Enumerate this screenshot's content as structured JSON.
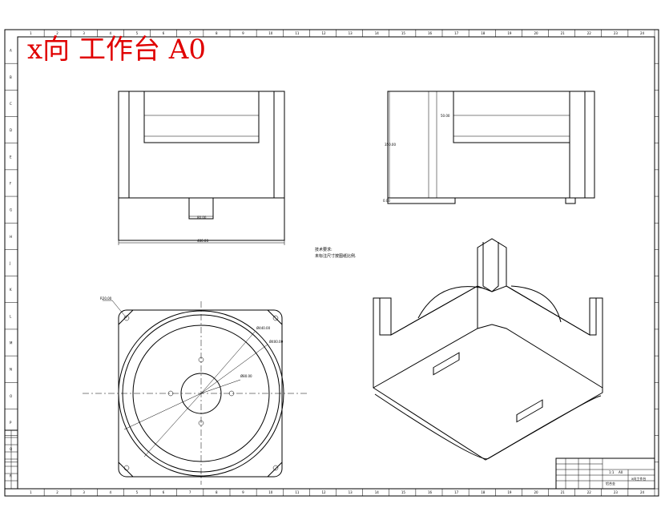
{
  "drawing": {
    "title": "x向 工作台 A0",
    "colors": {
      "line": "#000000",
      "title": "#e00000",
      "background": "#ffffff"
    },
    "border_numbers_top": [
      "1",
      "2",
      "3",
      "4",
      "5",
      "6",
      "7",
      "8",
      "9",
      "10",
      "11",
      "12",
      "13",
      "14",
      "15",
      "16",
      "17",
      "18",
      "19",
      "20",
      "21",
      "22",
      "23",
      "24"
    ],
    "border_letters_left": [
      "A",
      "B",
      "C",
      "D",
      "E",
      "F",
      "G",
      "H",
      "J",
      "K",
      "L",
      "M",
      "N",
      "O",
      "P",
      "Q",
      "R"
    ],
    "notes": [
      "技术要求:",
      "未标注尺寸按图纸比例."
    ],
    "dims": {
      "front_slot": "80.00",
      "front_width": "480.00",
      "side_height": "350.00",
      "side_depth": "50.00",
      "side_ref": "0.00",
      "plan_corner": "R20.00",
      "plan_d1": "Ø440.00",
      "plan_d2": "Ø400.00",
      "plan_d3": "Ø80.00"
    },
    "title_block": {
      "name": "x向工作台",
      "scale": "1:1",
      "sheet": "A0",
      "material": "铝合金"
    }
  }
}
